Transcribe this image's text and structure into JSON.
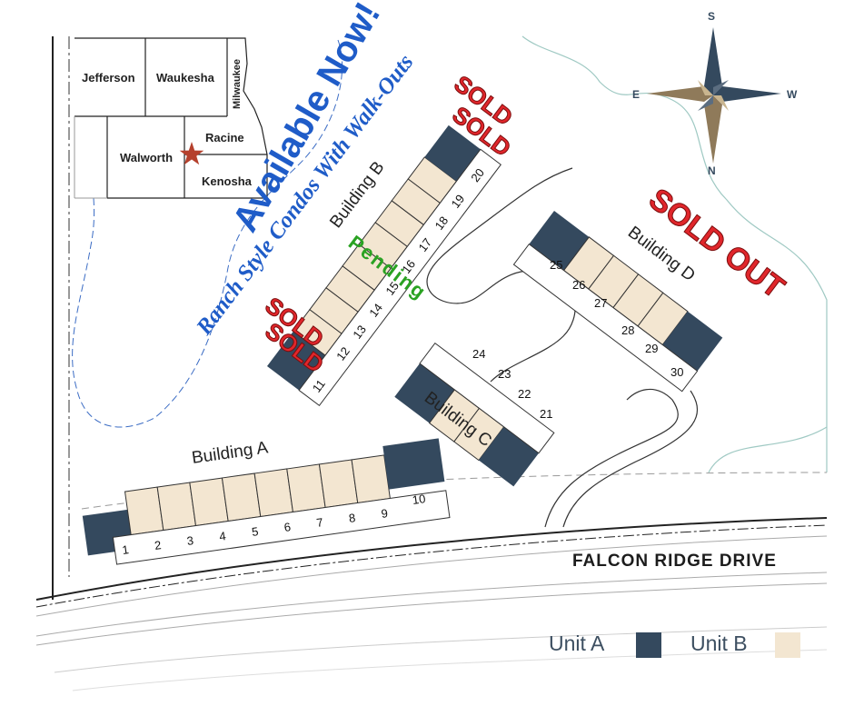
{
  "inset_map": {
    "counties": [
      "Jefferson",
      "Waukesha",
      "Milwaukee",
      "Walworth",
      "Racine",
      "Kenosha"
    ]
  },
  "promo": {
    "headline": "Available Now!",
    "subheadline": "Ranch Style Condos With Walk-Outs"
  },
  "compass": {
    "north": "N",
    "south": "S",
    "east": "E",
    "west": "W"
  },
  "buildings": [
    {
      "label": "Building A",
      "units": [
        "1",
        "2",
        "3",
        "4",
        "5",
        "6",
        "7",
        "8",
        "9",
        "10"
      ]
    },
    {
      "label": "Building B",
      "units": [
        "11",
        "12",
        "13",
        "14",
        "15",
        "16",
        "17",
        "18",
        "19",
        "20"
      ]
    },
    {
      "label": "Building C",
      "units": [
        "21",
        "22",
        "23",
        "24"
      ]
    },
    {
      "label": "Building D",
      "units": [
        "25",
        "26",
        "27",
        "28",
        "29",
        "30"
      ]
    }
  ],
  "status_stamps": {
    "sold": "SOLD",
    "pending": "Pending",
    "sold_out": "SOLD OUT"
  },
  "road": {
    "name": "FALCON RIDGE DRIVE"
  },
  "legend": {
    "unit_a": "Unit A",
    "unit_b": "Unit B",
    "unit_a_color": "#34495e",
    "unit_b_color": "#f3e6d1"
  }
}
